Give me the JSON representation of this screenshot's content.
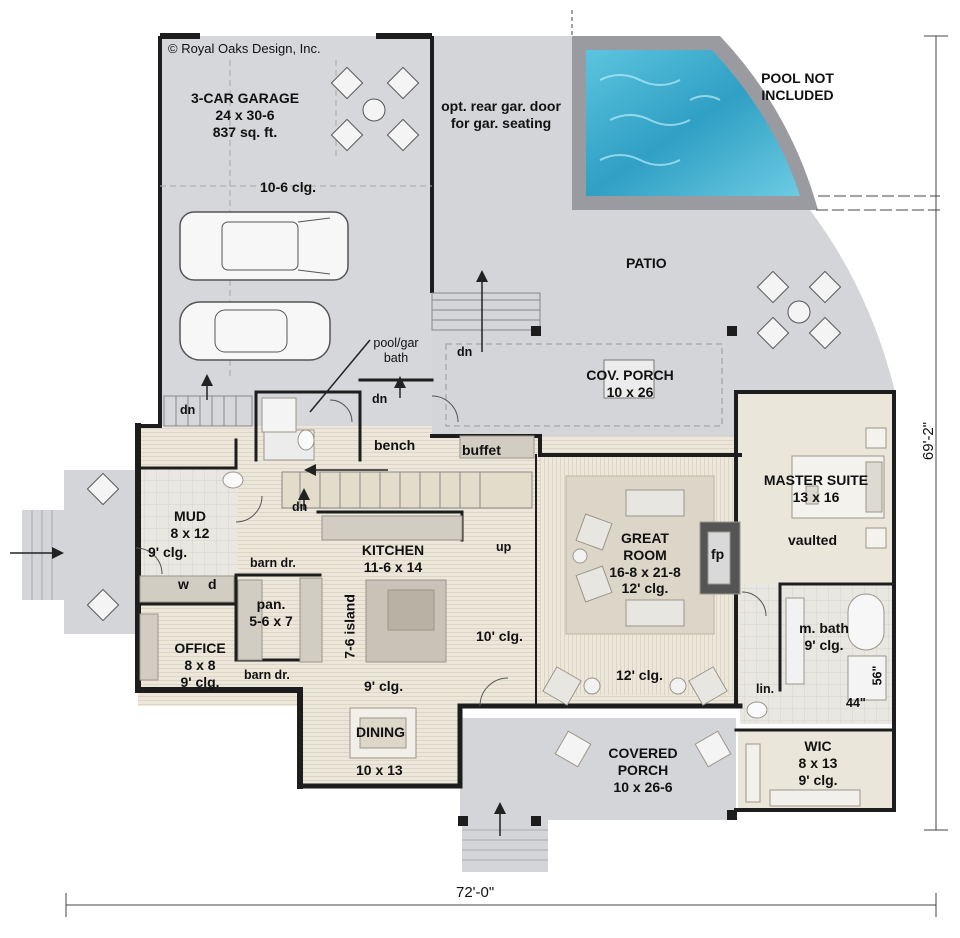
{
  "copyright": "© Royal Oaks Design, Inc.",
  "garage": {
    "name": "3-CAR GARAGE",
    "size": "24 x 30-6",
    "area": "837 sq. ft.",
    "ceiling": "10-6 clg."
  },
  "rear_door_note": "opt. rear gar. door\nfor gar. seating",
  "pool_note": "POOL NOT\nINCLUDED",
  "patio": "PATIO",
  "cov_porch": {
    "name": "COV. PORCH",
    "size": "10 x 26"
  },
  "pool_gar_bath": "pool/gar\nbath",
  "dn_labels": [
    "dn",
    "dn",
    "dn",
    "dn"
  ],
  "bench": "bench",
  "buffet": "buffet",
  "master_suite": {
    "name": "MASTER SUITE",
    "size": "13 x 16",
    "ceiling": "vaulted"
  },
  "mud": {
    "name": "MUD",
    "size": "8 x 12",
    "ceiling": "9' clg."
  },
  "barn_dr": [
    "barn dr.",
    "barn dr."
  ],
  "kitchen": {
    "name": "KITCHEN",
    "size": "11-6 x 14"
  },
  "up": "up",
  "great_room": {
    "name": "GREAT\nROOM",
    "size": "16-8 x 21-8",
    "ceiling": "12' clg."
  },
  "fp": "fp",
  "w": "w",
  "d": "d",
  "pantry": {
    "name": "pan.",
    "size": "5-6 x 7"
  },
  "island": "7-6 island",
  "clg_10": "10' clg.",
  "m_bath": {
    "name": "m. bath",
    "ceiling": "9' clg."
  },
  "office": {
    "name": "OFFICE",
    "size": "8 x 8",
    "ceiling": "9' clg."
  },
  "clg_12": "12' clg.",
  "clg_9": "9' clg.",
  "lin": "lin.",
  "shower_dims": [
    "56\"",
    "44\""
  ],
  "dining": {
    "name": "DINING",
    "size": "10 x 13"
  },
  "covered_porch": {
    "name": "COVERED\nPORCH",
    "size": "10 x 26-6"
  },
  "wic": {
    "name": "WIC",
    "size": "8 x 13",
    "ceiling": "9' clg."
  },
  "dim_width": "72'-0\"",
  "dim_depth": "69'-2\"",
  "colors": {
    "wall": "#1d1d1d",
    "floor_wood": "#ebe6d9",
    "floor_tile": "#e6e3dc",
    "concrete": "#d3d4d7",
    "pool": "#4fb7d4",
    "furniture": "#d2cdc2",
    "dim_line": "#444444"
  }
}
